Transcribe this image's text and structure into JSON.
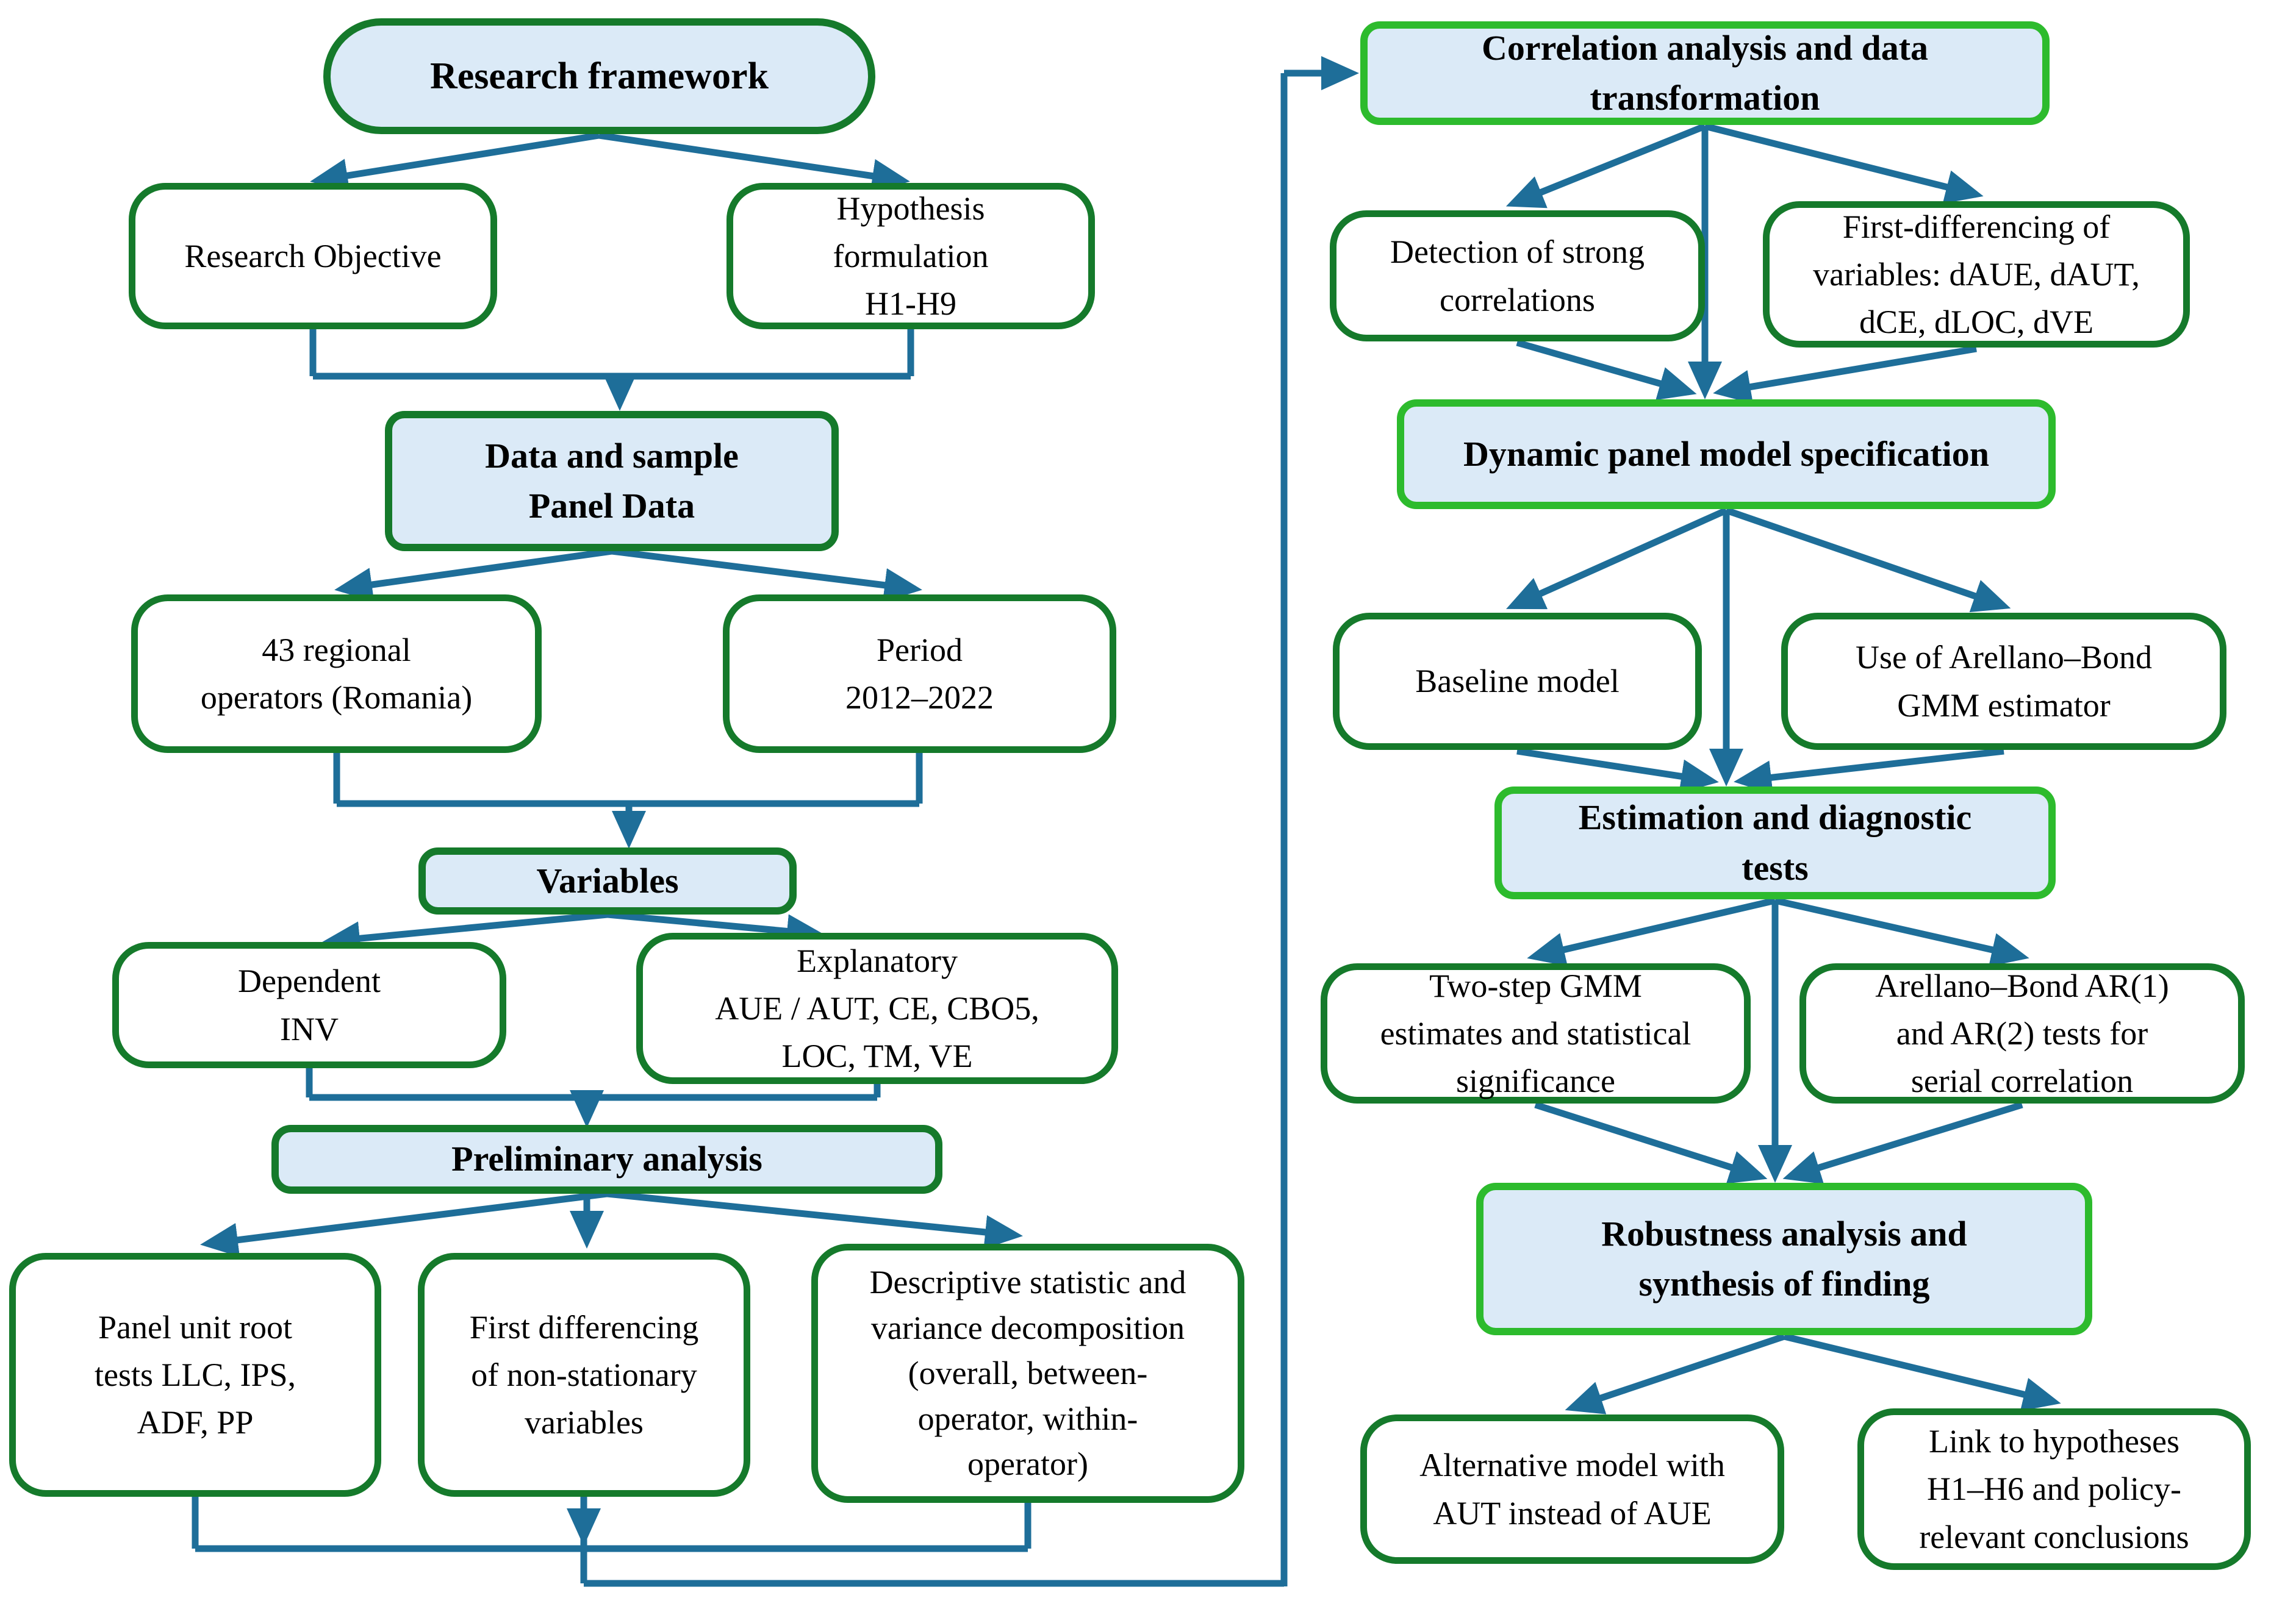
{
  "title": "Research framework flowchart",
  "colors": {
    "arrow": "#1e6e99",
    "border_dark": "#157a2b",
    "border_bright": "#2dbb2d",
    "fill_header": "#dbeaf7",
    "fill_child": "#ffffff",
    "text": "#000000"
  },
  "nodes": {
    "research_framework": {
      "text": "Research framework"
    },
    "research_objective": {
      "text": "Research Objective"
    },
    "hypothesis": {
      "text": "Hypothesis\nformulation\nH1-H9"
    },
    "data_sample": {
      "text": "Data and sample\nPanel Data"
    },
    "regional": {
      "text": "43 regional\noperators (Romania)"
    },
    "period": {
      "text": "Period\n2012–2022"
    },
    "variables": {
      "text": "Variables"
    },
    "dependent": {
      "text": "Dependent\nINV"
    },
    "explanatory": {
      "text": "Explanatory\nAUE / AUT, CE, CBO5,\nLOC, TM, VE"
    },
    "preliminary": {
      "text": "Preliminary analysis"
    },
    "panel_unit": {
      "text": "Panel unit root\ntests LLC, IPS,\nADF, PP"
    },
    "first_diff": {
      "text": "First differencing\nof non-stationary\nvariables"
    },
    "descriptive": {
      "text": "Descriptive statistic and\nvariance decomposition\n(overall, between-\noperator, within-\noperator)"
    },
    "correlation": {
      "text": "Correlation analysis and data\ntransformation"
    },
    "detection": {
      "text": "Detection of strong\ncorrelations"
    },
    "first_diff_vars": {
      "text": "First-differencing of\nvariables: dAUE, dAUT,\ndCE, dLOC, dVE"
    },
    "dynamic_panel": {
      "text": "Dynamic panel model specification"
    },
    "baseline": {
      "text": "Baseline model"
    },
    "arellano_gmm": {
      "text": "Use of Arellano–Bond\nGMM estimator"
    },
    "estimation": {
      "text": "Estimation and diagnostic\ntests"
    },
    "two_step": {
      "text": "Two-step GMM\nestimates and statistical\nsignificance"
    },
    "ar_tests": {
      "text": "Arellano–Bond AR(1)\nand AR(2) tests for\nserial correlation"
    },
    "robustness": {
      "text": "Robustness analysis and\nsynthesis of finding"
    },
    "alt_model": {
      "text": "Alternative model with\nAUT instead of AUE"
    },
    "link_hypotheses": {
      "text": "Link to hypotheses\nH1–H6 and policy-\nrelevant conclusions"
    }
  }
}
